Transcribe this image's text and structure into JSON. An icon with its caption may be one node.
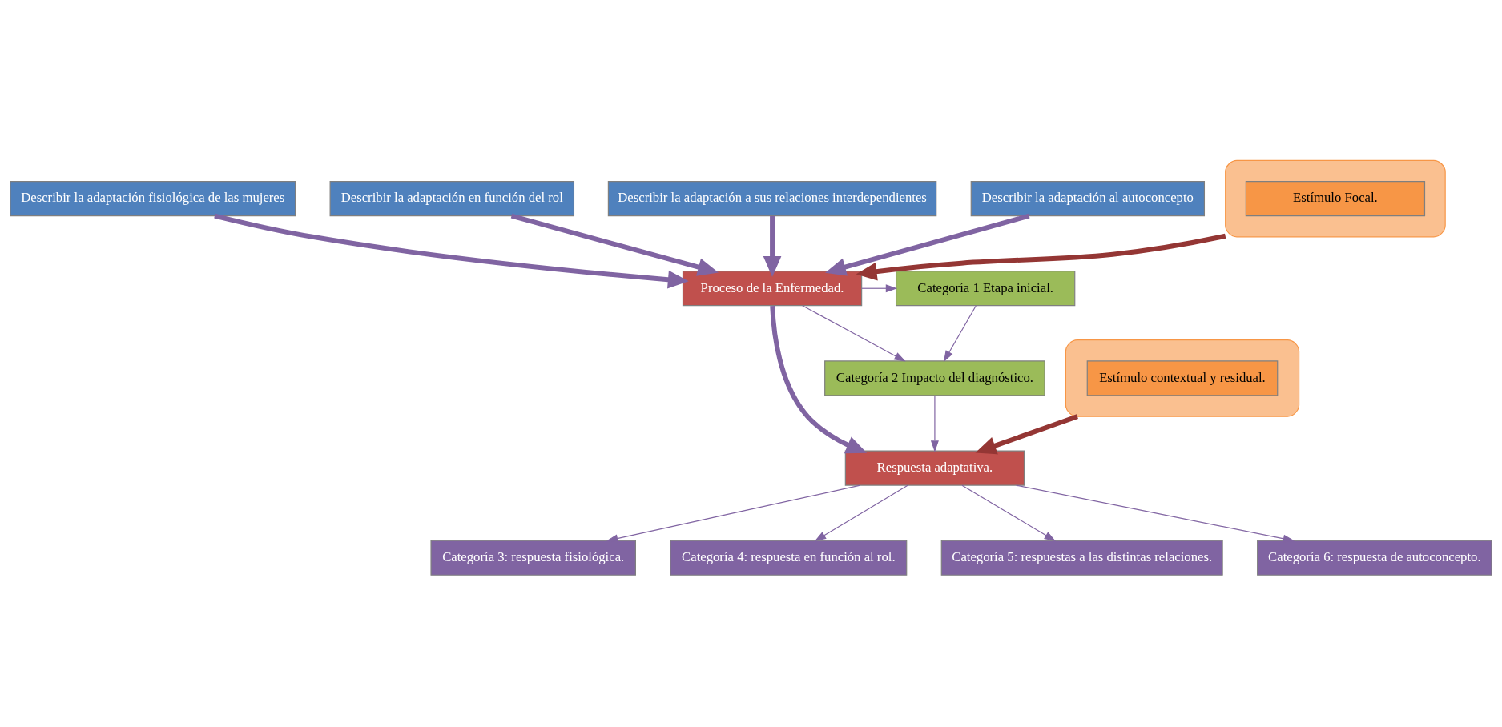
{
  "diagram": {
    "nodes": [
      {
        "text": [
          "Describir la adaptación fisiológica de las mujeres"
        ]
      },
      {
        "text": [
          "Describir la adaptación en función del rol"
        ]
      },
      {
        "text": [
          "Describir la adaptación a sus relaciones interdependientes"
        ]
      },
      {
        "text": [
          "Describir la adaptación al autoconcepto"
        ]
      },
      {
        "text": [],
        "shape": "ellipse"
      },
      {
        "text": [
          "Estímulo Focal."
        ],
        "in": 4
      },
      {
        "text": [
          "Proceso de la Enfermedad."
        ]
      },
      {
        "text": [],
        "shape": "ellipse"
      },
      {
        "text": [
          "Estímulo contextual y residual."
        ],
        "in": 7
      },
      {
        "text": [
          "Respuesta adaptativa."
        ]
      },
      {
        "text": [
          "Categoría 1 Etapa inicial."
        ]
      },
      {
        "text": [
          "Categoría 2 Impacto del diagnóstico."
        ]
      },
      {
        "text": [
          "Categoría 3: respuesta fisiológica."
        ]
      },
      {
        "text": [
          "Categoría 4: respuesta en función al rol."
        ]
      },
      {
        "text": [
          "Categoría 5: respuestas a las distintas relaciones."
        ]
      },
      {
        "text": [
          "Categoría 6: respuesta de autoconcepto."
        ]
      }
    ],
    "edges": [
      {
        "from": 0,
        "to": 6,
        "arrow": "to",
        "style": "thick"
      },
      {
        "from": 1,
        "to": 6,
        "arrow": "to",
        "style": "thick"
      },
      {
        "from": 2,
        "to": 6,
        "arrow": "to",
        "style": "thick"
      },
      {
        "from": 3,
        "to": 6,
        "arrow": "to",
        "style": "thick"
      },
      {
        "from": 4,
        "to": 6,
        "arrow": "to",
        "style": "thick",
        "color": "#943634"
      },
      {
        "from": 6,
        "to": 9,
        "arrow": "to",
        "style": "thick"
      },
      {
        "from": 7,
        "to": 9,
        "arrow": "to",
        "style": "thick",
        "color": "#943634"
      },
      {
        "from": 6,
        "to": 10,
        "arrow": "to"
      },
      {
        "from": 6,
        "to": 11,
        "arrow": "to"
      },
      {
        "from": 10,
        "to": 11,
        "arrow": "to"
      },
      {
        "from": 11,
        "to": 9,
        "arrow": "to"
      },
      {
        "from": 9,
        "to": 12,
        "arrow": "to"
      },
      {
        "from": 9,
        "to": 13,
        "arrow": "to"
      },
      {
        "from": 9,
        "to": 14,
        "arrow": "to"
      },
      {
        "from": 9,
        "to": 15,
        "arrow": "to"
      }
    ]
  }
}
